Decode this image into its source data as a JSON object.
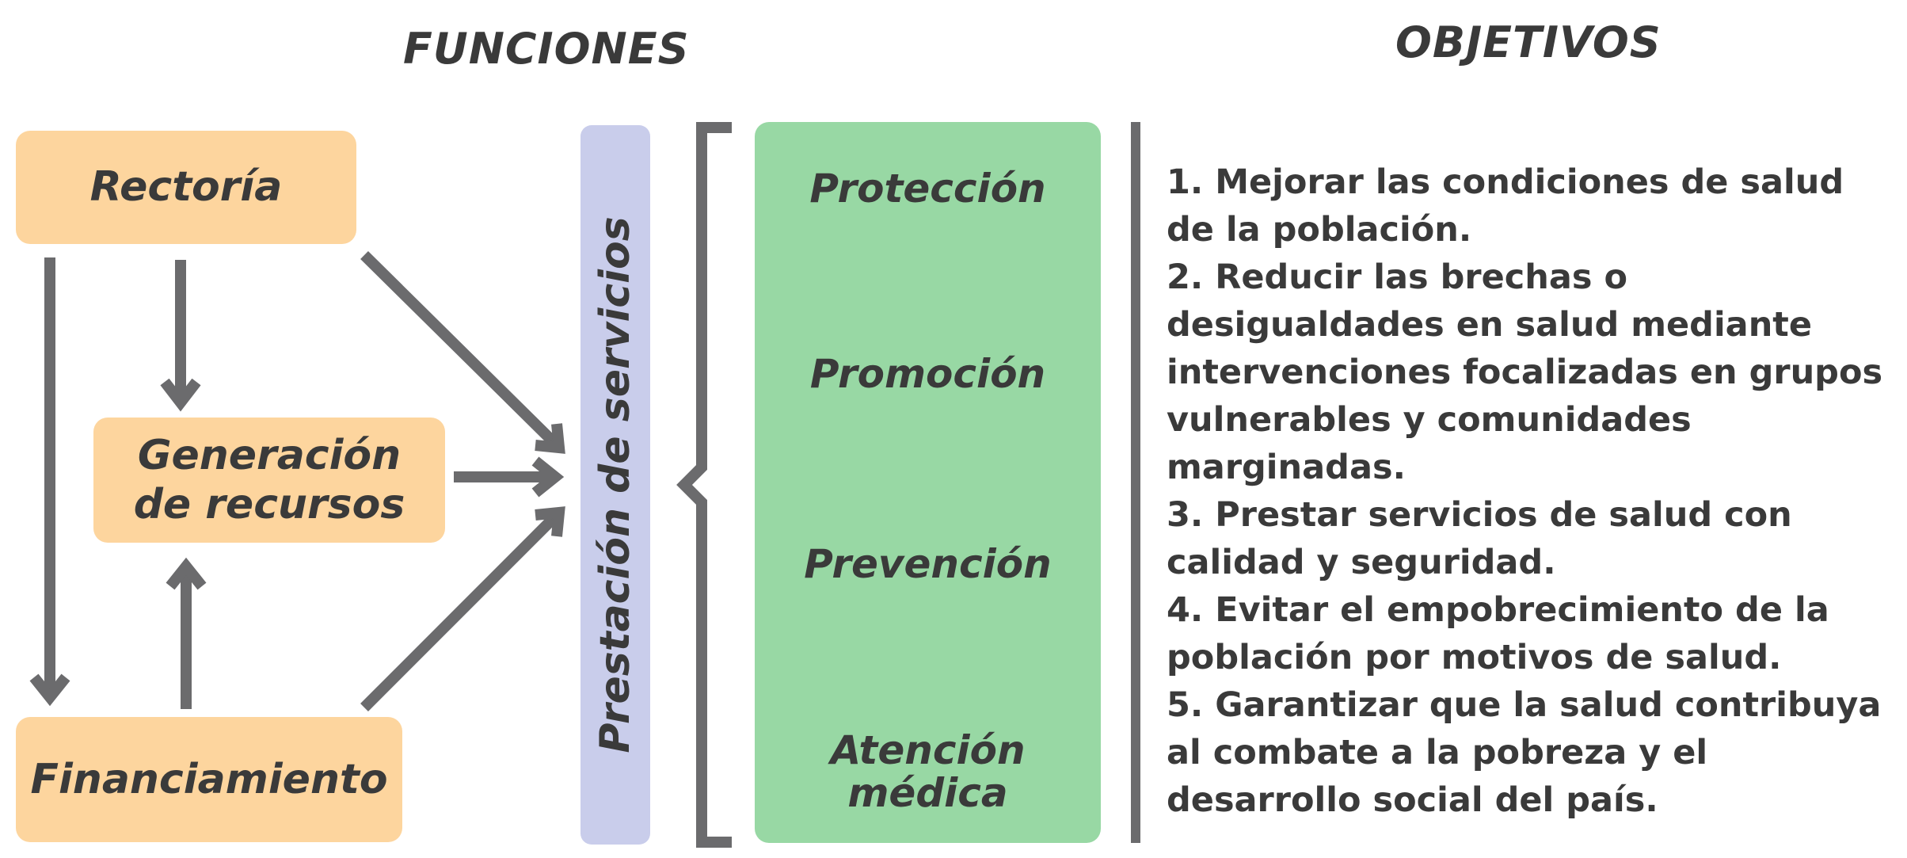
{
  "headings": {
    "funciones": "FUNCIONES",
    "objetivos": "OBJETIVOS"
  },
  "functions": {
    "rectoria": "Rectoría",
    "generacion_line1": "Generación",
    "generacion_line2": "de recursos",
    "financiamiento": "Financiamiento"
  },
  "prestacion": "Prestación de servicios",
  "services": {
    "proteccion": "Protección",
    "promocion": "Promoción",
    "prevencion": "Prevención",
    "atencion_line1": "Atención",
    "atencion_line2": "médica"
  },
  "objectives": [
    "1. Mejorar las condiciones de salud de la población.",
    "2. Reducir las brechas o desigualdades en salud mediante intervenciones focalizadas en grupos vulnerables y comunidades marginadas.",
    "3. Prestar servicios de salud con calidad y seguridad.",
    "4. Evitar el empobrecimiento de la población por motivos de salud.",
    "5. Garantizar que la salud contribuya al combate a la pobreza y el desarrollo social del país."
  ],
  "colors": {
    "function_box": "#fdd59e",
    "prestacion_bar": "#c9cdeb",
    "services_box": "#98d8a4",
    "arrow": "#6b6b6d",
    "text": "#3a3a3a"
  }
}
